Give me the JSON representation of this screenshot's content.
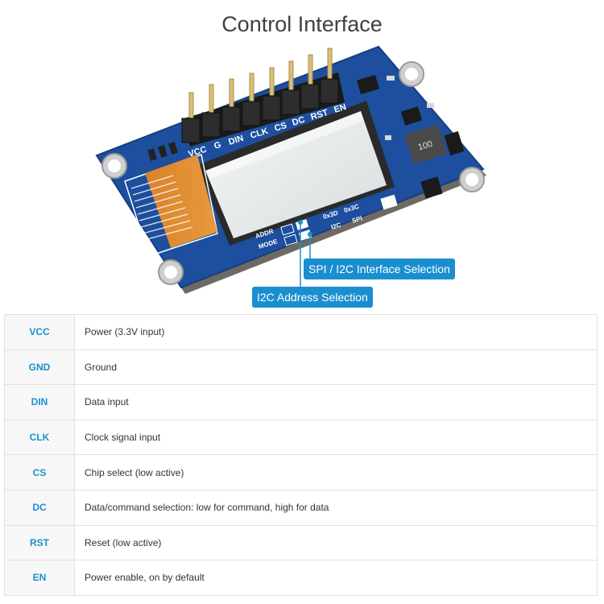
{
  "title": "Control Interface",
  "board": {
    "pin_labels": [
      "VCC",
      "G",
      "DIN",
      "CLK",
      "CS",
      "DC",
      "RST",
      "EN"
    ],
    "silkscreen": {
      "addr": "ADDR",
      "mode": "MODE",
      "addr_3d": "0x3D",
      "addr_3c": "0x3C",
      "i2c": "I2C",
      "spi": "SPI",
      "inductor": "100"
    }
  },
  "callouts": {
    "spi_i2c": "SPI / I2C Interface Selection",
    "i2c_address": "I2C Address Selection"
  },
  "colors": {
    "accent": "#1a8fd0",
    "pcb_blue": "#1d4f9e",
    "title": "#404040"
  },
  "pins": [
    {
      "name": "VCC",
      "desc": "Power (3.3V input)"
    },
    {
      "name": "GND",
      "desc": "Ground"
    },
    {
      "name": "DIN",
      "desc": "Data input"
    },
    {
      "name": "CLK",
      "desc": "Clock signal input"
    },
    {
      "name": "CS",
      "desc": "Chip select (low active)"
    },
    {
      "name": "DC",
      "desc": "Data/command selection: low for command, high for data"
    },
    {
      "name": "RST",
      "desc": "Reset (low active)"
    },
    {
      "name": "EN",
      "desc": "Power enable, on by default"
    }
  ]
}
